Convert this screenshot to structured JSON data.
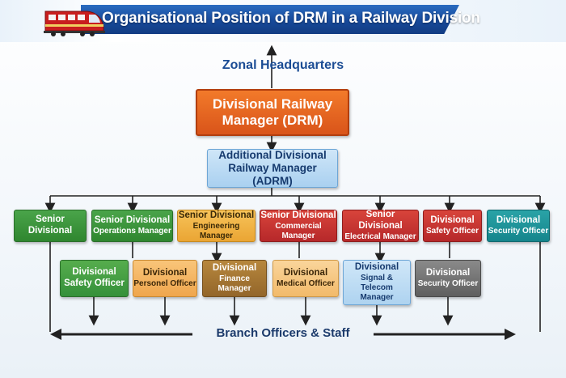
{
  "title": "Organisational Position of DRM in a Railway Division",
  "zonal": "Zonal Headquarters",
  "drm": {
    "line1": "Divisional Railway",
    "line2": "Manager (DRM)"
  },
  "adrm": {
    "line1": "Additional Divisional",
    "line2": "Railway Manager (ADRM)"
  },
  "row1": [
    {
      "line1": "Senior",
      "line2": "Divisional"
    },
    {
      "line1": "Senior Divisional",
      "line2": "Operations Manager"
    },
    {
      "line1": "Senior Divisional",
      "line2": "Engineering Manager"
    },
    {
      "line1": "Senior Divisional",
      "line2": "Commercial Manager"
    },
    {
      "line1": "Senior Divisional",
      "line2": "Electrical Manager"
    },
    {
      "line1": "Divisional",
      "line2": "Safety Officer"
    },
    {
      "line1": "Divisional",
      "line2": "Security Officer"
    }
  ],
  "row2": [
    {
      "line1": "Divisional",
      "line2": "Safety Officer"
    },
    {
      "line1": "Divisional",
      "line2": "Personel Officer"
    },
    {
      "line1": "Divisional",
      "line2": "Finance Manager"
    },
    {
      "line1": "Divisional",
      "line2": "Medical Officer"
    },
    {
      "line1": "Divisional",
      "line2": "Signal & Telecom",
      "line3": "Manager"
    },
    {
      "line1": "Divisional",
      "line2": "Security Officer"
    }
  ],
  "branch": "Branch Officers & Staff",
  "colors": {
    "banner": "#17499a",
    "drm": "#d9541a",
    "adrm": "#a9d0f0",
    "heading_text": "#1b4c94",
    "line": "#222222"
  }
}
